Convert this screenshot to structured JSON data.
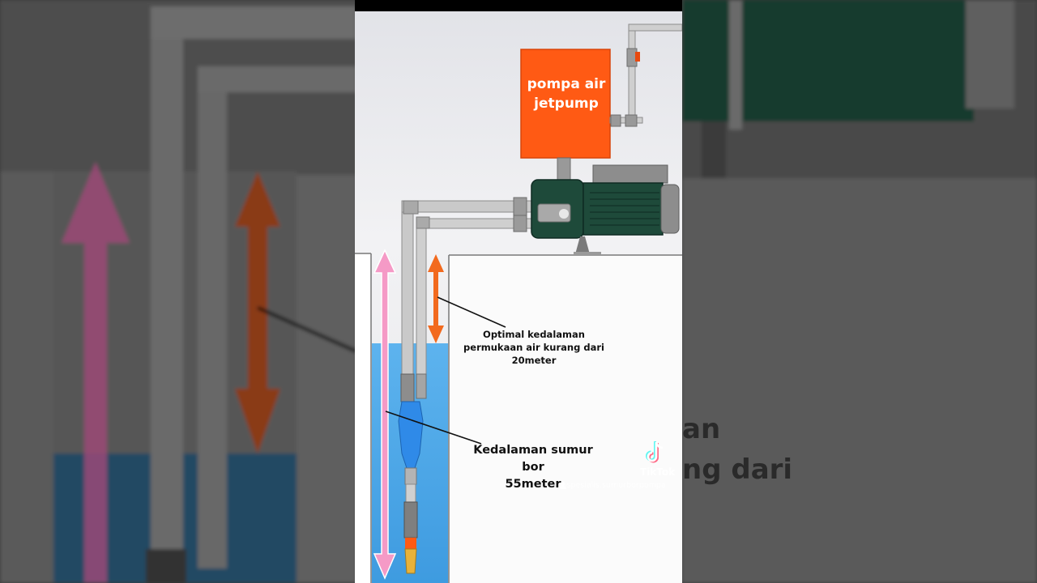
{
  "diagram": {
    "pump_label_line1": "pompa air",
    "pump_label_line2": "jetpump",
    "optimal_line1": "Optimal kedalaman",
    "optimal_line2": "permukaan air kurang dari",
    "optimal_line3": "20meter",
    "depth_line1": "Kedalaman sumur bor",
    "depth_line2": "55meter"
  },
  "watermark": {
    "brand": "TikTok",
    "username": "@spesialis.sumurborpompa"
  },
  "colors": {
    "pump_box": "#ff5a14",
    "motor": "#1e4a3a",
    "water": "#4aa6e6",
    "pipe": "#c8c8c8",
    "pink_arrow": "#f59ac6",
    "orange_arrow": "#f26a1e",
    "nozzle_blue": "#2f8ae8"
  },
  "icons": [
    "tiktok-logo-icon",
    "user-icon"
  ]
}
